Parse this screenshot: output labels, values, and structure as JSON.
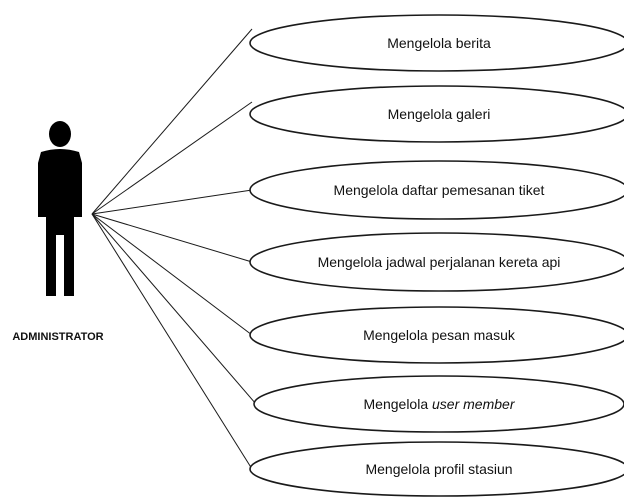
{
  "actor": {
    "name": "ADMINISTRATOR",
    "icon": "person-icon",
    "color": "#000000"
  },
  "use_cases": [
    {
      "id": "berita",
      "prefix": "Mengelola berita",
      "emphasis": ""
    },
    {
      "id": "galeri",
      "prefix": "Mengelola galeri",
      "emphasis": ""
    },
    {
      "id": "tiket",
      "prefix": "Mengelola daftar pemesanan tiket",
      "emphasis": ""
    },
    {
      "id": "jadwal",
      "prefix": "Mengelola jadwal perjalanan kereta api",
      "emphasis": ""
    },
    {
      "id": "pesan",
      "prefix": "Mengelola pesan masuk",
      "emphasis": ""
    },
    {
      "id": "user-member",
      "prefix": "Mengelola ",
      "emphasis": "user member"
    },
    {
      "id": "profil",
      "prefix": "Mengelola profil stasiun",
      "emphasis": ""
    }
  ]
}
